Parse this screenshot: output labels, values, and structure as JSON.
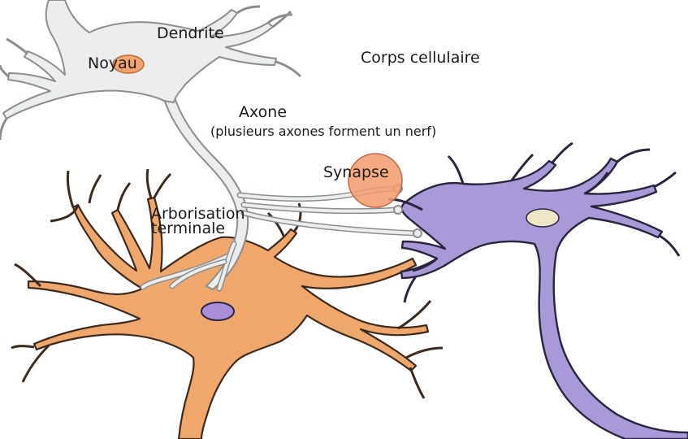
{
  "colors": {
    "neuron_grey_fill": "#eceeee",
    "neuron_grey_stroke": "#8a8e8e",
    "neuron_orange_fill": "#f0a76c",
    "neuron_orange_stroke": "#3d2a1e",
    "neuron_purple_fill": "#a89ad8",
    "neuron_purple_stroke": "#2a2440",
    "synapse_fill": "#f39b6b",
    "nucleus_grey_cell": "#f1a56d",
    "nucleus_orange_cell": "#a98ed9",
    "nucleus_purple_cell": "#efe6c6"
  },
  "labels": {
    "dendrite": "Dendrite",
    "noyau": "Noyau",
    "corps_cellulaire": "Corps cellulaire",
    "axone": "Axone",
    "axone_note": "(plusieurs axones forment un nerf)",
    "synapse": "Synapse",
    "arborisation_line1": "Arborisation",
    "arborisation_line2": "terminale"
  }
}
